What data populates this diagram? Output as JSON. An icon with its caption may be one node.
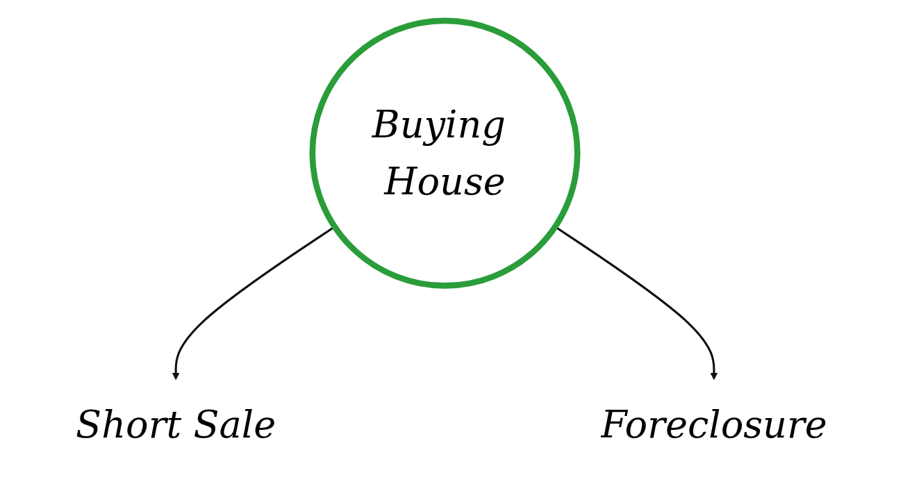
{
  "diagram": {
    "nodes": [
      {
        "text": [
          "Buying House"
        ]
      },
      {
        "text": [
          "Short Sale"
        ]
      },
      {
        "text": [
          "Foreclosure"
        ]
      }
    ],
    "edges": [
      {
        "from": 0,
        "to": 1,
        "arrow": "to"
      },
      {
        "from": 0,
        "to": 2,
        "arrow": "to"
      }
    ]
  }
}
